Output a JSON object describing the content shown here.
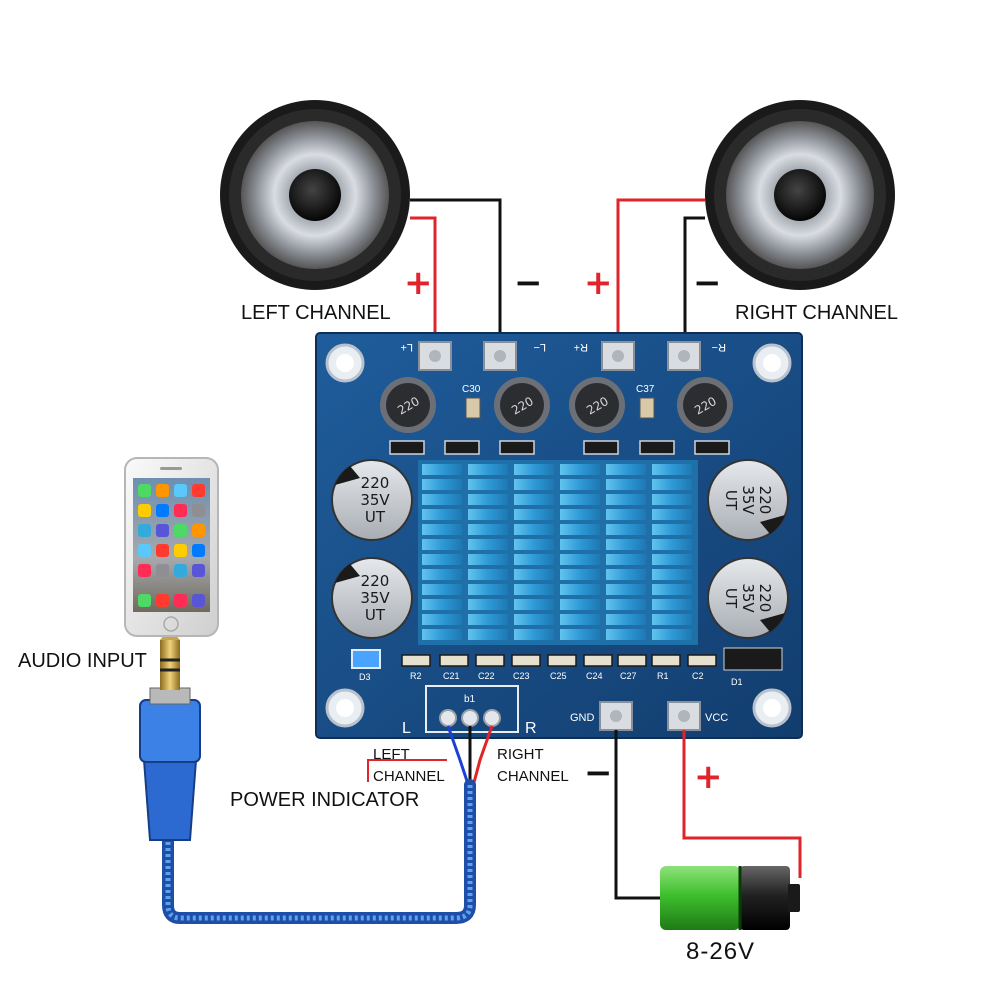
{
  "labels": {
    "left_channel": "LEFT CHANNEL",
    "right_channel": "RIGHT CHANNEL",
    "audio_input": "AUDIO INPUT",
    "power_indicator": "POWER INDICATOR",
    "left_channel_wire": "LEFT\nCHANNEL",
    "right_channel_wire": "RIGHT\nCHANNEL",
    "voltage": "8-26V"
  },
  "polarity": {
    "plus": "+",
    "minus": "−"
  },
  "board": {
    "pads": {
      "l_plus": "L+",
      "l_minus": "L−",
      "r_plus": "R+",
      "r_minus": "R−",
      "gnd": "GND",
      "vcc": "VCC"
    },
    "input_letters": {
      "left": "L",
      "right": "R"
    },
    "capacitors": [
      {
        "line1": "220",
        "line2": "35V",
        "line3": "UT"
      },
      {
        "line1": "220",
        "line2": "35V",
        "line3": "UT"
      },
      {
        "line1": "220",
        "line2": "35V",
        "line3": "UT"
      },
      {
        "line1": "220",
        "line2": "35V",
        "line3": "UT"
      }
    ],
    "inductor_text": "220",
    "silkscreen": [
      "C30",
      "C37",
      "R2",
      "C21",
      "C22",
      "C23",
      "C25",
      "C24",
      "C27",
      "R1",
      "C2",
      "D1",
      "D3",
      "b1"
    ]
  },
  "colors": {
    "wire_red": "#e0242a",
    "wire_black": "#111111",
    "wire_blue": "#1c3fd6",
    "pcb": "#1b4f8a",
    "heatsink": "#3aa8e0",
    "cable": "#2a6fd0",
    "battery_green": "#3fbf2e"
  }
}
